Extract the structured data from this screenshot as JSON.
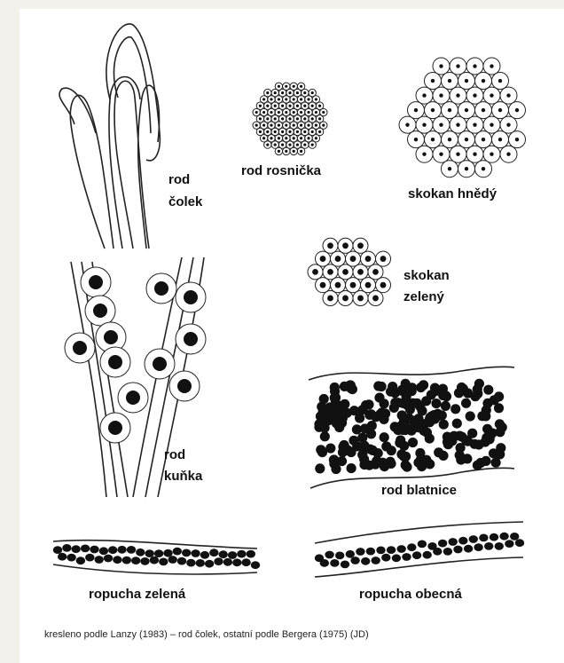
{
  "labels": {
    "rod_colek_line1": "rod",
    "rod_colek_line2": "čolek",
    "rod_rosnicka": "rod rosnička",
    "skokan_hnedy": "skokan hnědý",
    "skokan_zeleny_line1": "skokan",
    "skokan_zeleny_line2": "zelený",
    "rod_kunka_line1": "rod",
    "rod_kunka_line2": "kuňka",
    "rod_blatnice": "rod blatnice",
    "ropucha_zelena": "ropucha zelená",
    "ropucha_obecna": "ropucha obecná"
  },
  "caption": "kresleno podle  Lanzy (1983) – rod čolek, ostatní podle Bergera (1975) (JD)"
}
